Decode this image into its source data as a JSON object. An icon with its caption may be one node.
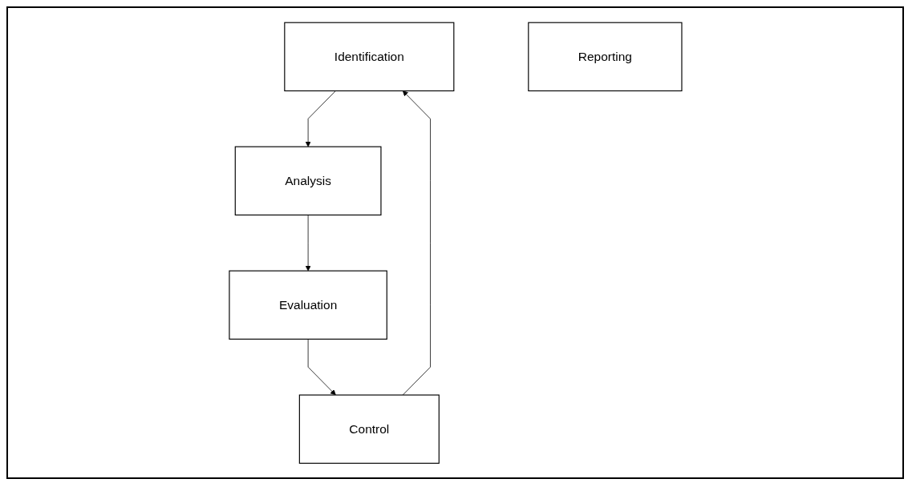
{
  "diagram": {
    "nodes": [
      {
        "text": [
          "Identification"
        ]
      },
      {
        "text": [
          "Control"
        ]
      },
      {
        "text": [
          "Reporting"
        ]
      },
      {
        "text": [
          "Analysis"
        ]
      },
      {
        "text": [
          "Evaluation"
        ]
      }
    ],
    "edges": [
      {
        "from": 1,
        "to": 0,
        "arrow": "to"
      },
      {
        "from": 0,
        "to": 3,
        "arrow": "to"
      },
      {
        "from": 3,
        "to": 4,
        "arrow": "to"
      },
      {
        "from": 4,
        "to": 1,
        "arrow": "to"
      }
    ]
  }
}
